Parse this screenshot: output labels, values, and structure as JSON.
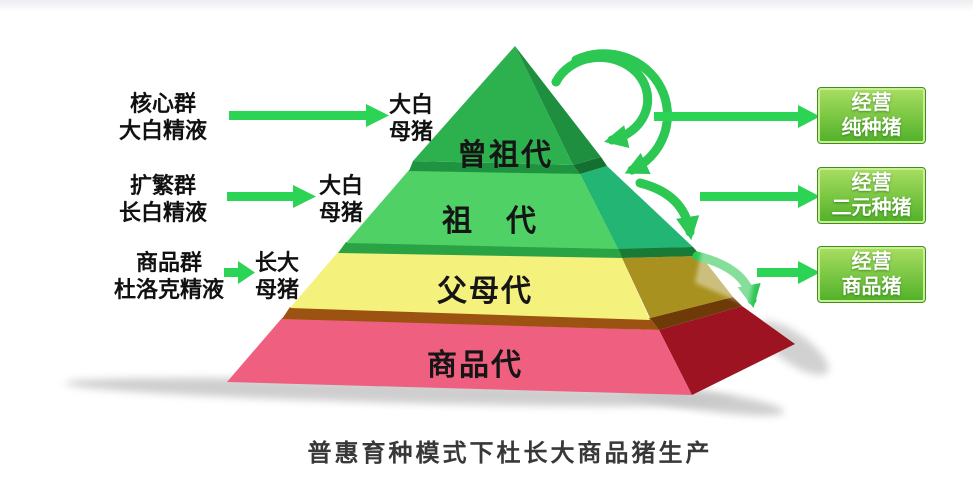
{
  "caption": {
    "text": "普惠育种模式下杜长大商品猪生产"
  },
  "left_column": {
    "rows": [
      {
        "group": "核心群",
        "semen": "大白精液",
        "result_line1": "大白",
        "result_line2": "母猪"
      },
      {
        "group": "扩繁群",
        "semen": "长白精液",
        "result_line1": "大白",
        "result_line2": "母猪"
      },
      {
        "group": "商品群",
        "semen": "杜洛克精液",
        "result_line1": "长大",
        "result_line2": "母猪"
      }
    ]
  },
  "pyramid": {
    "levels": [
      {
        "label": "曾祖代",
        "front_color": "#2db04e",
        "side_color": "#1d8f3e"
      },
      {
        "label": "祖　代",
        "front_color": "#4fd166",
        "side_color": "#22b573"
      },
      {
        "label": "父母代",
        "front_color": "#f5f17d",
        "side_color": "#a8911f"
      },
      {
        "label": "商品代",
        "front_color": "#ef5f80",
        "side_color": "#9e1322"
      }
    ]
  },
  "right_column": {
    "boxes": [
      {
        "line1": "经营",
        "line2": "纯种猪"
      },
      {
        "line1": "经营",
        "line2": "二元种猪"
      },
      {
        "line1": "经营",
        "line2": "商品猪"
      }
    ]
  },
  "colors": {
    "arrow_green": "#2bd455",
    "cascade_arrow_green": "#2cc853",
    "box_green_top": "#a6dd60",
    "box_green_bottom": "#53b22a",
    "box_border": "#c9ef92",
    "lip_brown": "#9c5210",
    "shadow_gray": "#c6c6c6"
  }
}
